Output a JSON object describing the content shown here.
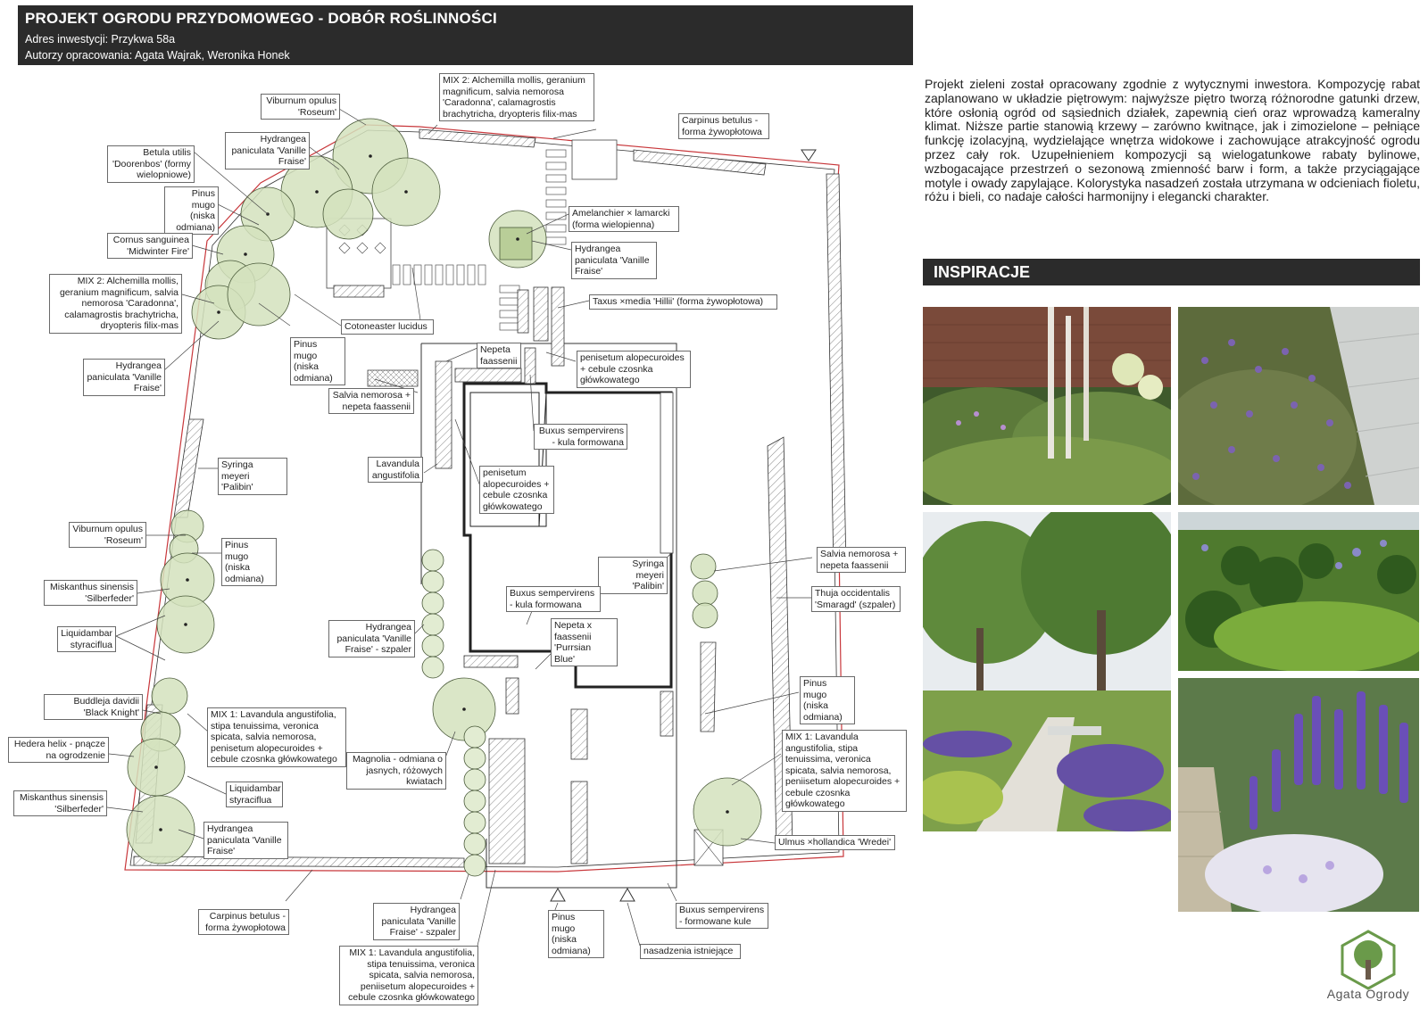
{
  "header": {
    "title": "PROJEKT OGRODU PRZYDOMOWEGO - DOBÓR ROŚLINNOŚCI",
    "address": "Adres inwestycji: Przykwa 58a",
    "authors": "Autorzy opracowania: Agata Wajrak, Weronika Honek"
  },
  "labels": {
    "mix2_top": "MIX 2: Alchemilla mollis, geranium\nmagnificum, salvia nemorosa\n'Caradonna', calamagrostis\nbrachytricha, dryopteris filix-mas",
    "viburnum_top": "Viburnum opulus\n'Roseum'",
    "carpinus_top": "Carpinus betulus -\nforma żywopłotowa",
    "hydrangea_top": "Hydrangea\npaniculata 'Vanille\nFraise'",
    "betula": "Betula utilis\n'Doorenbos' (formy\nwielopniowe)",
    "pinus_1": "Pinus mugo\n(niska\nodmiana)",
    "amelanchier": "Amelanchier × lamarcki\n(forma wielopienna)",
    "hydrangea_center": "Hydrangea\npaniculata 'Vanille\nFraise'",
    "cornus": "Cornus sanguinea\n'Midwinter Fire'",
    "mix2_left": "MIX 2: Alchemilla mollis,\ngeranium magnificum, salvia\nnemorosa 'Caradonna',\ncalamagrostis brachytricha,\ndryopteris filix-mas",
    "taxus": "Taxus ×media 'Hillii' (forma żywopłotowa)",
    "cotoneaster": "Cotoneaster lucidus",
    "pinus_2": "Pinus mugo\n(niska\nodmiana)",
    "hydrangea_left": "Hydrangea\npaniculata 'Vanille\nFraise'",
    "nepeta_1": "Nepeta\nfaassenii",
    "penisetum_1": "penisetum alopecuroides\n+ cebule czosnka\ngłówkowatego",
    "salvia_left": "Salvia nemorosa +\nnepeta faassenii",
    "buxus_1": "Buxus sempervirens\n- kula formowana",
    "lavandula": "Lavandula\nangustifolia",
    "penisetum_2": "penisetum\nalopecuroides +\ncebule czosnka\ngłówkowatego",
    "syringa_left": "Syringa meyeri\n'Palibin'",
    "viburnum_left": "Viburnum opulus\n'Roseum'",
    "pinus_3": "Pinus mugo\n(niska\nodmiana)",
    "salvia_right": "Salvia nemorosa +\nnepeta faassenii",
    "syringa_center": "Syringa meyeri\n'Palibin'",
    "miskanthus_1": "Miskanthus sinensis\n'Silberfeder'",
    "thuja": "Thuja occidentalis\n'Smaragd' (szpaler)",
    "buxus_2": "Buxus sempervirens\n- kula formowana",
    "liquidambar_1": "Liquidambar\nstyraciflua",
    "hydrangea_szpaler_1": "Hydrangea\npaniculata 'Vanille\nFraise' - szpaler",
    "nepeta_2": "Nepeta x\nfaassenii\n'Purrsian Blue'",
    "pinus_4": "Pinus mugo\n(niska\nodmiana)",
    "buddleja": "Buddleja davidii\n'Black Knight'",
    "mix1_left": "MIX 1: Lavandula angustifolia,\nstipa tenuissima, veronica\nspicata, salvia nemorosa,\npenisetum alopecuroides +\ncebule czosnka główkowatego",
    "mix1_right": "MIX 1: Lavandula\nangustifolia, stipa\ntenuissima, veronica\nspicata, salvia nemorosa,\npeniisetum alopecuroides +\ncebule czosnka\ngłówkowatego",
    "hedera": "Hedera helix - pnącze\nna ogrodzenie",
    "magnolia": "Magnolia - odmiana o\njasnych, różowych\nkwiatach",
    "liquidambar_2": "Liquidambar\nstyraciflua",
    "miskanthus_2": "Miskanthus sinensis\n'Silberfeder'",
    "hydrangea_bottom_left": "Hydrangea\npaniculata 'Vanille\nFraise'",
    "ulmus": "Ulmus ×hollandica 'Wredei'",
    "carpinus_bottom": "Carpinus betulus -\nforma żywopłotowa",
    "hydrangea_szpaler_2": "Hydrangea\npaniculata 'Vanille\nFraise' - szpaler",
    "pinus_5": "Pinus mugo\n(niska\nodmiana)",
    "buxus_3": "Buxus sempervirens\n- formowane kule",
    "nasadzenia": "nasadzenia istniejące",
    "mix1_bottom": "MIX 1: Lavandula angustifolia,\nstipa tenuissima, veronica\nspicata, salvia nemorosa,\npeniisetum alopecuroides +\ncebule czosnka główkowatego"
  },
  "description": "Projekt zieleni został opracowany zgodnie z wytycznymi inwestora. Kompozycję rabat zaplanowano w układzie piętrowym: najwyższe piętro tworzą różnorodne gatunki drzew, które osłonią ogród od sąsiednich działek, zapewnią cień oraz wprowadzą kameralny klimat. Niższe partie stanowią krzewy – zarówno kwitnące, jak i zimozielone – pełniące funkcję izolacyjną, wydzielające wnętrza widokowe i zachowujące atrakcyjność ogrodu przez cały rok. Uzupełnieniem kompozycji są wielogatunkowe rabaty bylinowe, wzbogacające przestrzeń o sezonową zmienność barw i form, a także przyciągające motyle i owady zapylające. Kolorystyka nasadzeń została utrzymana w odcieniach fioletu, różu i bieli, co nadaje całości harmonijny i elegancki charakter.",
  "inspiration": {
    "heading": "INSPIRACJE"
  },
  "logo": {
    "text": "Agata Ogrody"
  },
  "colors": {
    "dark_bar": "#2b2b2b",
    "plant_fill": "#d3e2bd",
    "plot_boundary": "#c8373b"
  }
}
